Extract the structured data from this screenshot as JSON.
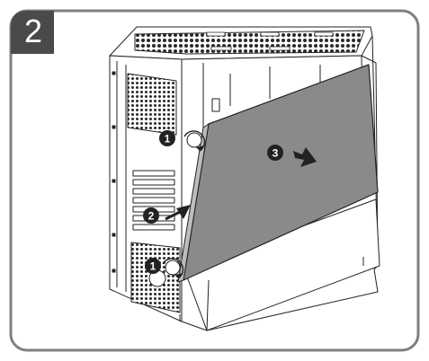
{
  "step": {
    "number": "2"
  },
  "callouts": [
    {
      "id": "callout-1-top",
      "label": "1"
    },
    {
      "id": "callout-2",
      "label": "2"
    },
    {
      "id": "callout-3",
      "label": "3"
    },
    {
      "id": "callout-1-bottom",
      "label": "1"
    }
  ],
  "colors": {
    "frame_border": "#7f7f7f",
    "badge": "#4a4a4a",
    "panel": "#8a8a8a",
    "line": "#222222",
    "case_fill": "#ffffff"
  }
}
